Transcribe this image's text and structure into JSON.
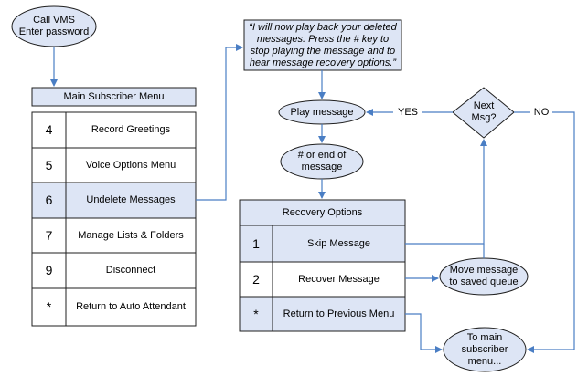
{
  "start": {
    "line1": "Call VMS",
    "line2": "Enter password"
  },
  "playback_note": "“I will now play back your deleted messages.  Press the # key to stop playing the message and to hear message recovery options.”",
  "main_menu": {
    "title": "Main Subscriber Menu",
    "rows": [
      {
        "key": "4",
        "label": "Record Greetings"
      },
      {
        "key": "5",
        "label": "Voice Options Menu"
      },
      {
        "key": "6",
        "label": "Undelete Messages"
      },
      {
        "key": "7",
        "label": "Manage Lists & Folders"
      },
      {
        "key": "9",
        "label": "Disconnect"
      },
      {
        "key": "*",
        "label": "Return to Auto Attendant"
      }
    ]
  },
  "play_message": "Play message",
  "hash_or_end": {
    "line1": "# or end of",
    "line2": "message"
  },
  "decision": {
    "line1": "Next",
    "line2": "Msg?"
  },
  "yes_label": "YES",
  "no_label": "NO",
  "recovery": {
    "title": "Recovery Options",
    "rows": [
      {
        "key": "1",
        "label": "Skip Message"
      },
      {
        "key": "2",
        "label": "Recover Message"
      },
      {
        "key": "*",
        "label": "Return to Previous Menu"
      }
    ]
  },
  "move_message": {
    "line1": "Move message",
    "line2": "to saved queue"
  },
  "to_main": {
    "line1": "To main",
    "line2": "subscriber",
    "line3": "menu..."
  },
  "colors": {
    "fill": "#dde5f5",
    "stroke": "#1f1f1f",
    "arrow": "#4a7ec4"
  }
}
